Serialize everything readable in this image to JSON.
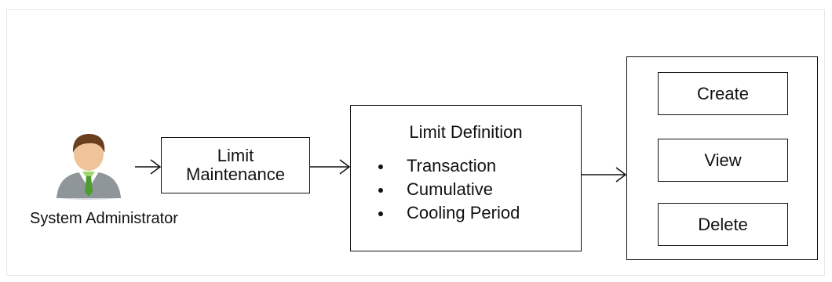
{
  "actor": {
    "label": "System Administrator",
    "icon": "person-icon"
  },
  "limit_maintenance": {
    "line1": "Limit",
    "line2": "Maintenance"
  },
  "limit_definition": {
    "title": "Limit Definition",
    "items": [
      "Transaction",
      "Cumulative",
      "Cooling Period"
    ]
  },
  "operations": {
    "create": "Create",
    "view": "View",
    "delete": "Delete"
  },
  "colors": {
    "line": "#111111",
    "frame": "#e6e6e6",
    "shirt": "#9fd86a",
    "tie": "#4c9c2e",
    "suit": "#8f9699",
    "skin": "#f0c49a",
    "hair": "#6a3f1f"
  }
}
